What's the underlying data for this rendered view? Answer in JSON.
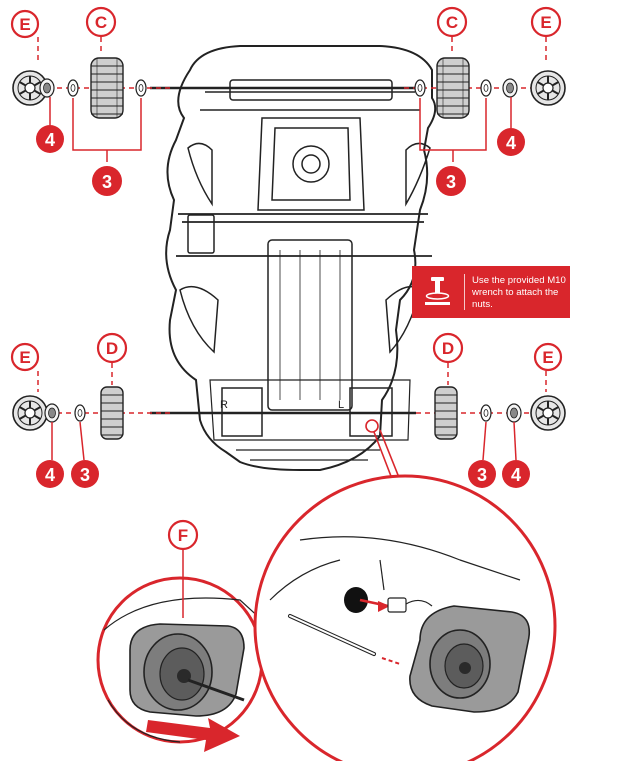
{
  "colors": {
    "accent": "#d9262c",
    "line": "#222222",
    "paper": "#ffffff",
    "hub": "#6b6b6b"
  },
  "labels": {
    "E": "E",
    "C": "C",
    "D": "D",
    "F": "F",
    "washer": "3",
    "nut": "4"
  },
  "chassis_markings": {
    "right": "R",
    "left": "L"
  },
  "note": {
    "text": "Use the provided M10 wrench to attach the nuts."
  },
  "icons": {
    "wrench": "wrench-icon"
  }
}
